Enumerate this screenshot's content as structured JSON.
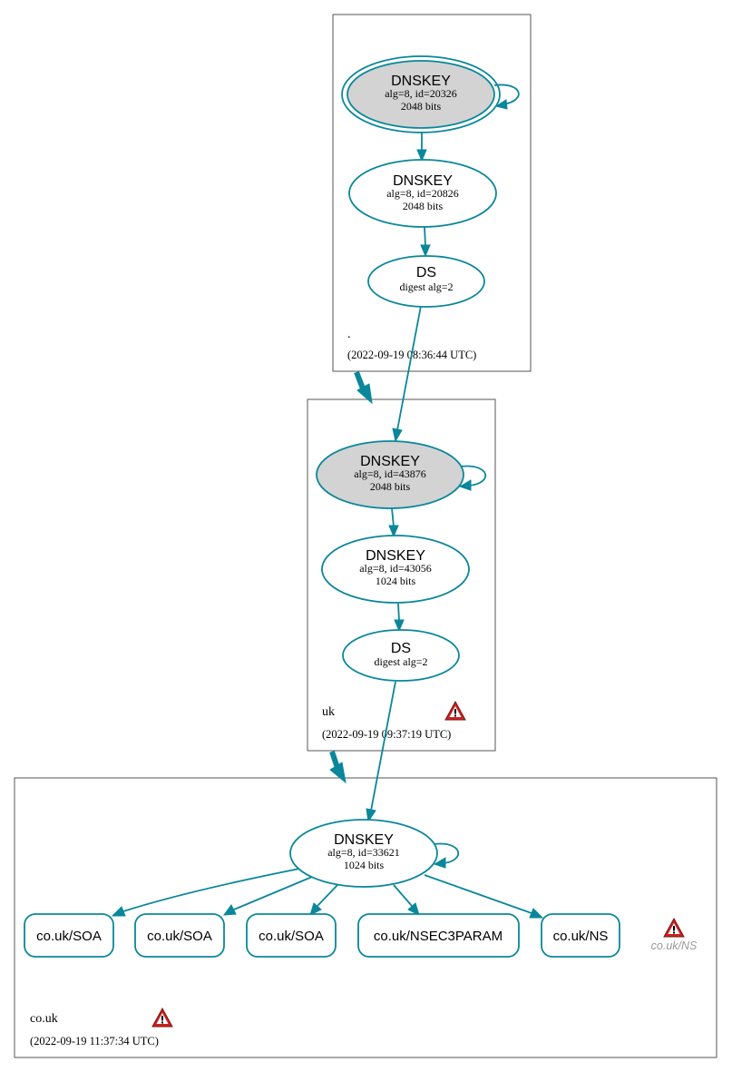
{
  "zones": {
    "root": {
      "name": ".",
      "timestamp": "(2022-09-19 08:36:44 UTC)"
    },
    "uk": {
      "name": "uk",
      "timestamp": "(2022-09-19 09:37:19 UTC)"
    },
    "couk": {
      "name": "co.uk",
      "timestamp": "(2022-09-19 11:37:34 UTC)"
    }
  },
  "nodes": {
    "root_ksk": {
      "title": "DNSKEY",
      "line1": "alg=8, id=20326",
      "line2": "2048 bits"
    },
    "root_zsk": {
      "title": "DNSKEY",
      "line1": "alg=8, id=20826",
      "line2": "2048 bits"
    },
    "root_ds": {
      "title": "DS",
      "line1": "digest alg=2"
    },
    "uk_ksk": {
      "title": "DNSKEY",
      "line1": "alg=8, id=43876",
      "line2": "2048 bits"
    },
    "uk_zsk": {
      "title": "DNSKEY",
      "line1": "alg=8, id=43056",
      "line2": "1024 bits"
    },
    "uk_ds": {
      "title": "DS",
      "line1": "digest alg=2"
    },
    "couk_key": {
      "title": "DNSKEY",
      "line1": "alg=8, id=33621",
      "line2": "1024 bits"
    }
  },
  "rrsets": [
    "co.uk/SOA",
    "co.uk/SOA",
    "co.uk/SOA",
    "co.uk/NSEC3PARAM",
    "co.uk/NS"
  ],
  "ns_error_label": "co.uk/NS",
  "colors": {
    "edge": "#0a879a",
    "ksk_fill": "#d3d3d3",
    "warning": "#cc2222"
  }
}
